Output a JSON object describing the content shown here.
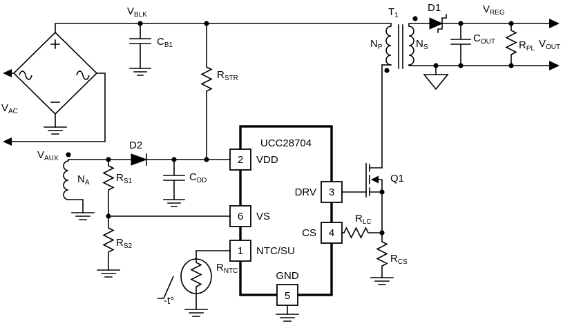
{
  "diagram_type": "circuit-schematic",
  "ic": {
    "name": "UCC28704",
    "pins": [
      {
        "number": "2",
        "label": "VDD",
        "side": "left"
      },
      {
        "number": "6",
        "label": "VS",
        "side": "left"
      },
      {
        "number": "1",
        "label": "NTC/SU",
        "side": "left"
      },
      {
        "number": "3",
        "label": "DRV",
        "side": "right"
      },
      {
        "number": "4",
        "label": "CS",
        "side": "right"
      },
      {
        "number": "5",
        "label": "GND",
        "side": "bottom"
      }
    ]
  },
  "labels": {
    "vblk": {
      "main": "V",
      "sub": "BLK"
    },
    "cb1": {
      "main": "C",
      "sub": "B1"
    },
    "rstr": {
      "main": "R",
      "sub": "STR"
    },
    "vac": {
      "main": "V",
      "sub": "AC"
    },
    "vaux": {
      "main": "V",
      "sub": "AUX"
    },
    "d2": {
      "main": "D2",
      "sub": ""
    },
    "na": {
      "main": "N",
      "sub": "A"
    },
    "rs1": {
      "main": "R",
      "sub": "S1"
    },
    "rs2": {
      "main": "R",
      "sub": "S2"
    },
    "cdd": {
      "main": "C",
      "sub": "DD"
    },
    "rntc": {
      "main": "R",
      "sub": "NTC"
    },
    "ntc_temp": {
      "main": "-t°",
      "sub": ""
    },
    "t1": {
      "main": "T",
      "sub": "1"
    },
    "np": {
      "main": "N",
      "sub": "P"
    },
    "ns": {
      "main": "N",
      "sub": "S"
    },
    "d1": {
      "main": "D1",
      "sub": ""
    },
    "vreg": {
      "main": "V",
      "sub": "REG"
    },
    "cout": {
      "main": "C",
      "sub": "OUT"
    },
    "rpl": {
      "main": "R",
      "sub": "PL"
    },
    "vout": {
      "main": "V",
      "sub": "OUT"
    },
    "q1": {
      "main": "Q1",
      "sub": ""
    },
    "rlc": {
      "main": "R",
      "sub": "LC"
    },
    "rcs": {
      "main": "R",
      "sub": "CS"
    }
  },
  "colors": {
    "ink": "#000000",
    "background": "#ffffff"
  }
}
